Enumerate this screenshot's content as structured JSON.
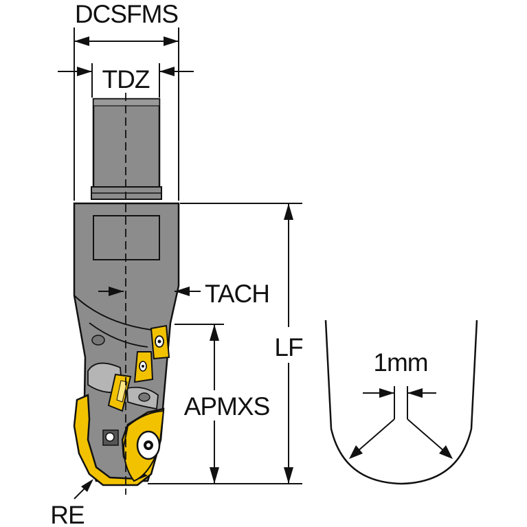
{
  "labels": {
    "dcsfms": "DCSFMS",
    "tdz": "TDZ",
    "tach": "TACH",
    "lf": "LF",
    "apmxs": "APMXS",
    "re": "RE",
    "detail": "1mm"
  },
  "colors": {
    "body": "#8c8c8c",
    "insert": "#f2c200",
    "line": "#111111",
    "background": "#ffffff"
  }
}
